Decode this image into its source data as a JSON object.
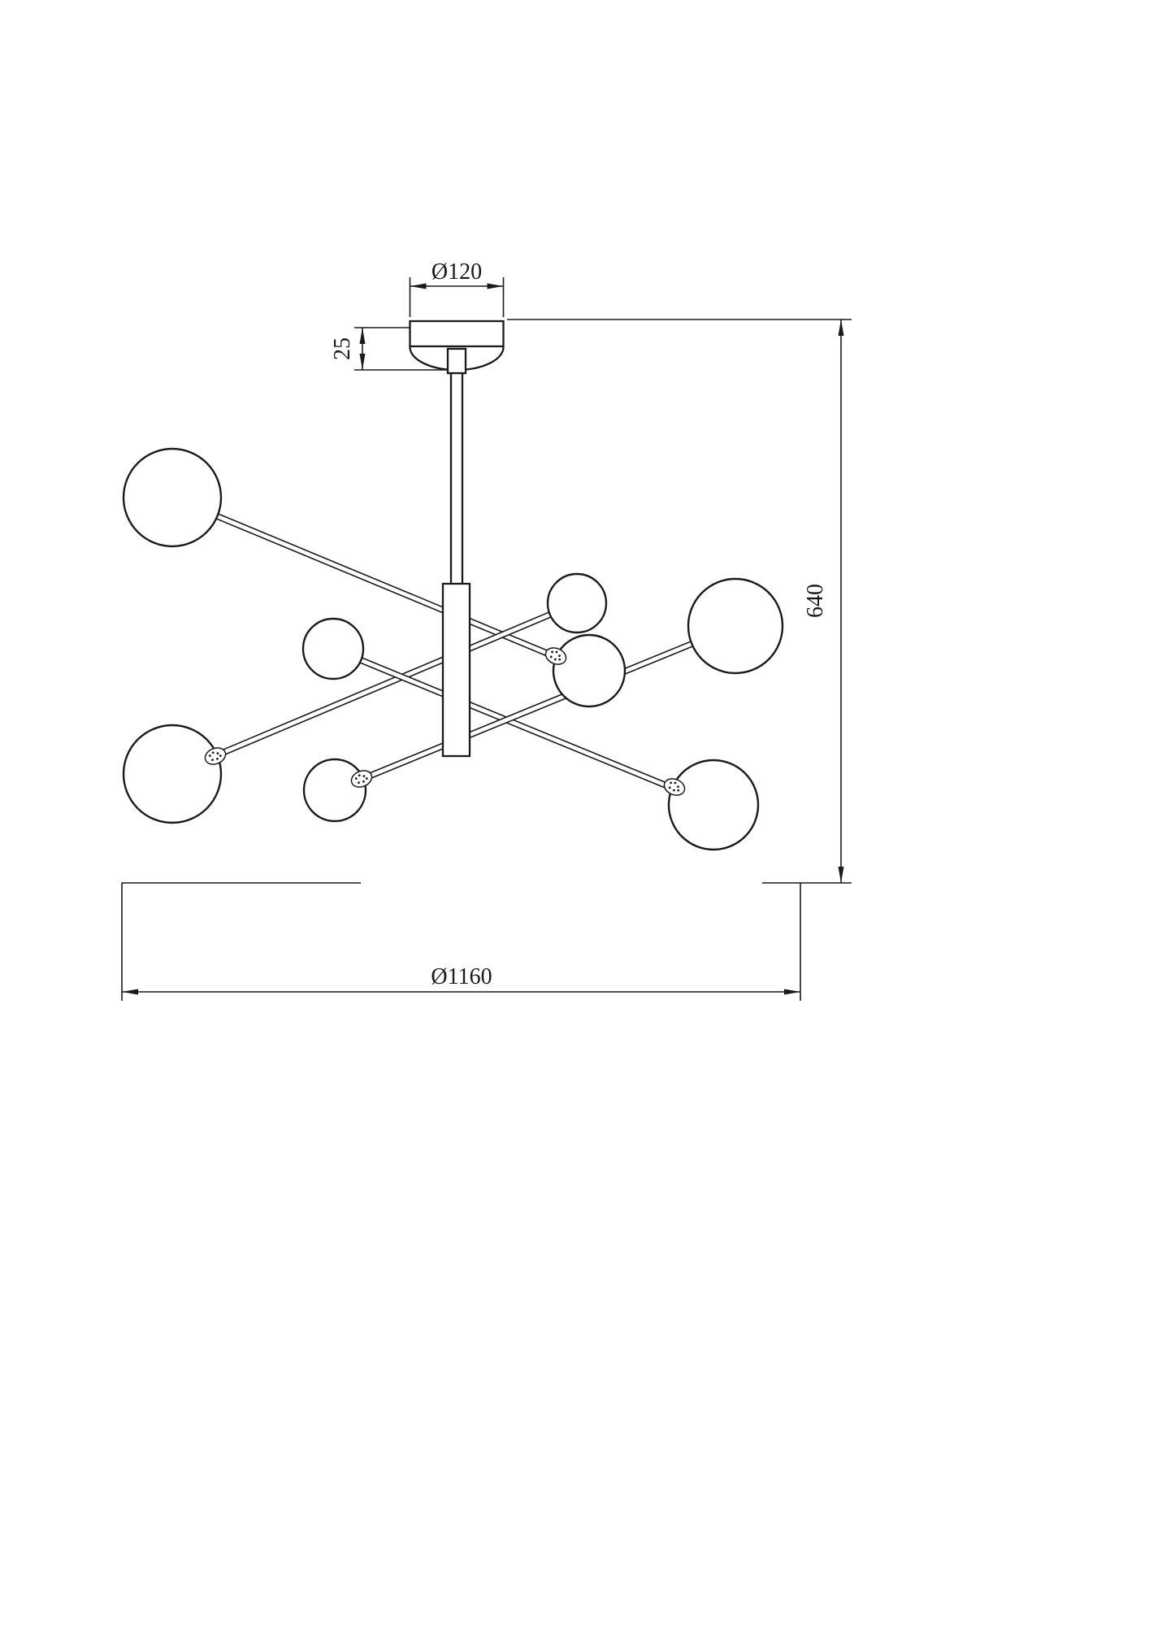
{
  "diagram": {
    "type": "technical-dimension-drawing",
    "subject": "ceiling chandelier with eight globe shades on crossing rods",
    "colors": {
      "line": "#1a1a1a",
      "background": "#ffffff"
    },
    "dimensions": {
      "canopy_diameter": "Ø120",
      "canopy_height": "25",
      "overall_height": "640",
      "overall_diameter": "Ø1160"
    }
  }
}
